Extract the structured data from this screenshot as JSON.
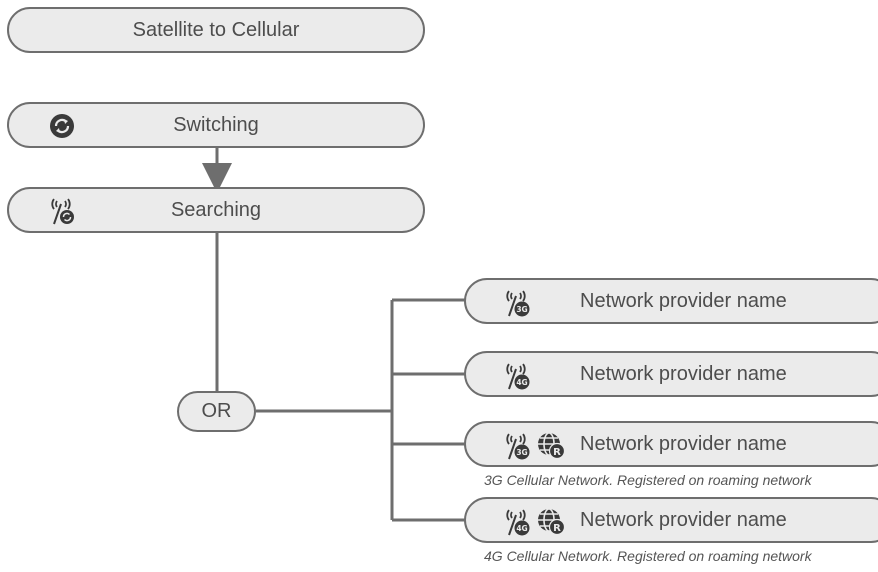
{
  "nodes": {
    "satellite_to_cellular": "Satellite to Cellular",
    "switching": "Switching",
    "searching": "Searching",
    "or": "OR"
  },
  "providers": [
    {
      "label": "Network provider name",
      "icons": [
        "cellular-3g-icon"
      ],
      "caption": ""
    },
    {
      "label": "Network provider name",
      "icons": [
        "cellular-4g-icon"
      ],
      "caption": ""
    },
    {
      "label": "Network provider name",
      "icons": [
        "cellular-3g-icon",
        "roaming-globe-icon"
      ],
      "caption": "3G Cellular Network. Registered on roaming network"
    },
    {
      "label": "Network provider name",
      "icons": [
        "cellular-4g-icon",
        "roaming-globe-icon"
      ],
      "caption": "4G Cellular Network. Registered on roaming network"
    }
  ],
  "icon_badges": {
    "g3": "3G",
    "g4": "4G",
    "roaming": "R"
  },
  "colors": {
    "fill": "#ebebeb",
    "stroke": "#6e6e6e",
    "icon": "#3a3a3a"
  }
}
